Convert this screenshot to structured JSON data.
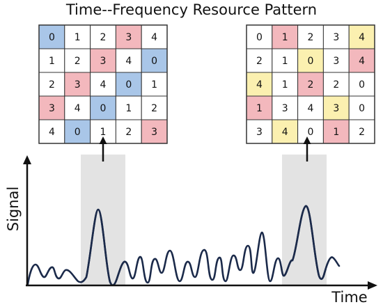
{
  "title": "Time--Frequency Resource Pattern",
  "axes": {
    "x_label": "Time",
    "y_label": "Signal"
  },
  "colors": {
    "blue": "#a9c6e8",
    "red": "#f3b8bd",
    "yellow": "#fbf0b0",
    "white": "#ffffff",
    "grid_border": "#333333",
    "window": "#e3e3e3",
    "signal": "#1b2a4a",
    "signal_highlight": "#a6a6a6"
  },
  "patterns": [
    {
      "cells": [
        [
          {
            "v": "0",
            "c": "blue"
          },
          {
            "v": "1",
            "c": "white"
          },
          {
            "v": "2",
            "c": "white"
          },
          {
            "v": "3",
            "c": "red"
          },
          {
            "v": "4",
            "c": "white"
          }
        ],
        [
          {
            "v": "1",
            "c": "white"
          },
          {
            "v": "2",
            "c": "white"
          },
          {
            "v": "3",
            "c": "red"
          },
          {
            "v": "4",
            "c": "white"
          },
          {
            "v": "0",
            "c": "blue"
          }
        ],
        [
          {
            "v": "2",
            "c": "white"
          },
          {
            "v": "3",
            "c": "red"
          },
          {
            "v": "4",
            "c": "white"
          },
          {
            "v": "0",
            "c": "blue"
          },
          {
            "v": "1",
            "c": "white"
          }
        ],
        [
          {
            "v": "3",
            "c": "red"
          },
          {
            "v": "4",
            "c": "white"
          },
          {
            "v": "0",
            "c": "blue"
          },
          {
            "v": "1",
            "c": "white"
          },
          {
            "v": "2",
            "c": "white"
          }
        ],
        [
          {
            "v": "4",
            "c": "white"
          },
          {
            "v": "0",
            "c": "blue"
          },
          {
            "v": "1",
            "c": "white"
          },
          {
            "v": "2",
            "c": "white"
          },
          {
            "v": "3",
            "c": "red"
          }
        ]
      ]
    },
    {
      "cells": [
        [
          {
            "v": "0",
            "c": "white"
          },
          {
            "v": "1",
            "c": "red"
          },
          {
            "v": "2",
            "c": "white"
          },
          {
            "v": "3",
            "c": "white"
          },
          {
            "v": "4",
            "c": "yellow"
          }
        ],
        [
          {
            "v": "2",
            "c": "white"
          },
          {
            "v": "1",
            "c": "white"
          },
          {
            "v": "0",
            "c": "yellow"
          },
          {
            "v": "3",
            "c": "white"
          },
          {
            "v": "4",
            "c": "red"
          }
        ],
        [
          {
            "v": "4",
            "c": "yellow"
          },
          {
            "v": "1",
            "c": "white"
          },
          {
            "v": "2",
            "c": "red"
          },
          {
            "v": "2",
            "c": "white"
          },
          {
            "v": "0",
            "c": "white"
          }
        ],
        [
          {
            "v": "1",
            "c": "red"
          },
          {
            "v": "3",
            "c": "white"
          },
          {
            "v": "4",
            "c": "white"
          },
          {
            "v": "3",
            "c": "yellow"
          },
          {
            "v": "0",
            "c": "white"
          }
        ],
        [
          {
            "v": "3",
            "c": "white"
          },
          {
            "v": "4",
            "c": "yellow"
          },
          {
            "v": "0",
            "c": "white"
          },
          {
            "v": "1",
            "c": "red"
          },
          {
            "v": "2",
            "c": "white"
          }
        ]
      ]
    }
  ]
}
